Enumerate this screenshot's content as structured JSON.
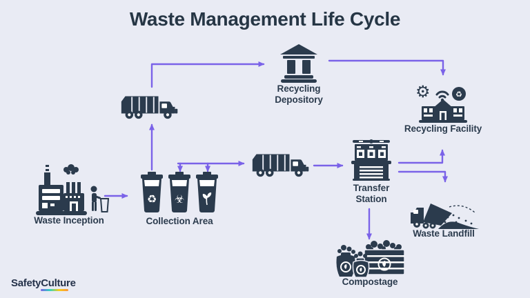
{
  "title": "Waste Management Life Cycle",
  "brand": {
    "logo_text": "SafetyCulture"
  },
  "colors": {
    "background": "#e9ebf4",
    "icon": "#2b3b4d",
    "arrow": "#7a62e8",
    "title_text": "#263645",
    "label_text": "#2b3b4d",
    "logo_grad_1": "#7a5fe8",
    "logo_grad_2": "#2dd4bf",
    "logo_grad_3": "#facc15",
    "logo_grad_4": "#fb923c"
  },
  "symbols": {
    "recycle": "♻",
    "biohazard": "☣",
    "gear": "⚙"
  },
  "nodes": {
    "waste_inception": {
      "label": "Waste Inception",
      "icon": "factory-icon"
    },
    "collection_area": {
      "label": "Collection Area",
      "icon": "recycle-bins-icon"
    },
    "recycling_depository": {
      "label": "Recycling Depository",
      "icon": "bank-building-icon"
    },
    "recycling_facility": {
      "label": "Recycling Facility",
      "icon": "smart-recycling-facility-icon"
    },
    "transfer_station": {
      "label": "Transfer Station",
      "icon": "transfer-station-icon"
    },
    "waste_landfill": {
      "label": "Waste Landfill",
      "icon": "dump-truck-icon"
    },
    "compostage": {
      "label": "Compostage",
      "icon": "compost-icon"
    }
  },
  "edges": [
    {
      "from": "waste-inception",
      "to": "collection-area"
    },
    {
      "from": "collection-area",
      "to": "garbage-truck-left"
    },
    {
      "from": "garbage-truck-left",
      "to": "recycling-depository"
    },
    {
      "from": "recycling-depository",
      "to": "recycling-facility"
    },
    {
      "from": "collection-area",
      "to": "garbage-truck-middle"
    },
    {
      "from": "garbage-truck-middle",
      "to": "transfer-station"
    },
    {
      "from": "transfer-station",
      "to": "recycling-facility"
    },
    {
      "from": "transfer-station",
      "to": "waste-landfill"
    },
    {
      "from": "transfer-station",
      "to": "compostage"
    }
  ]
}
